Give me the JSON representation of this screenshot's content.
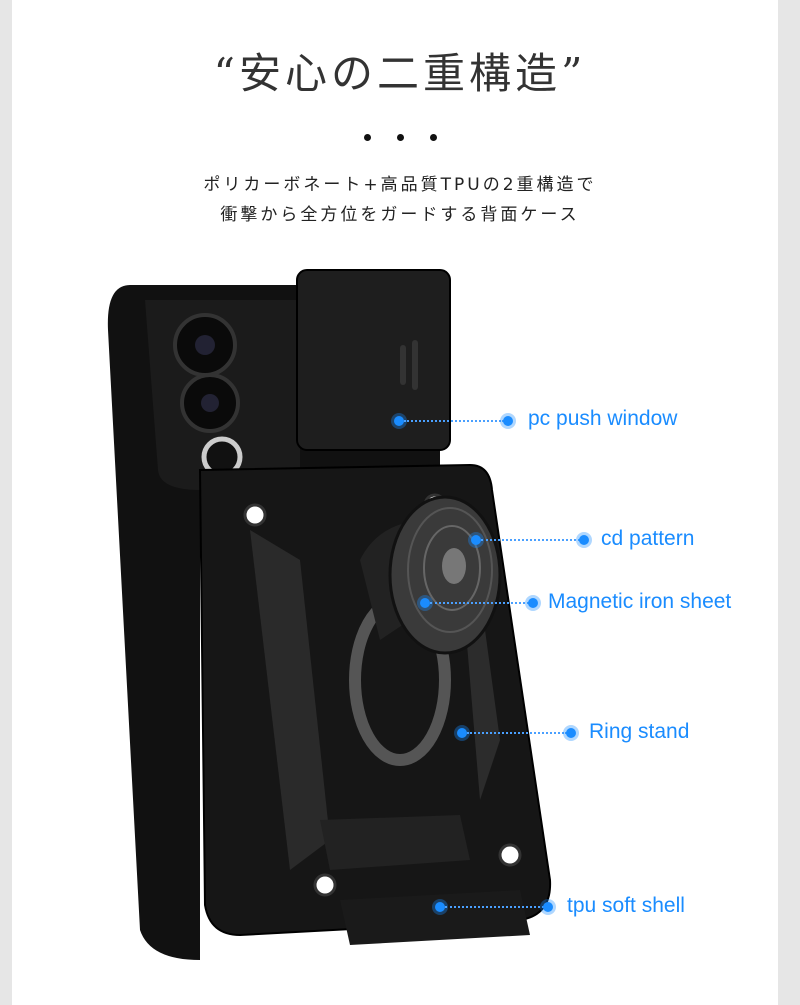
{
  "title": "“安心の二重構造”",
  "subtitle_lines": [
    "ポリカーボネート+高品質TPUの2重構造で",
    "衝撃から全方位をガードする背面ケース"
  ],
  "accent_color": "#1a8cff",
  "callouts": [
    {
      "label": "pc push window"
    },
    {
      "label": "cd pattern"
    },
    {
      "label": "Magnetic iron sheet"
    },
    {
      "label": "Ring stand"
    },
    {
      "label": "tpu soft shell"
    }
  ]
}
